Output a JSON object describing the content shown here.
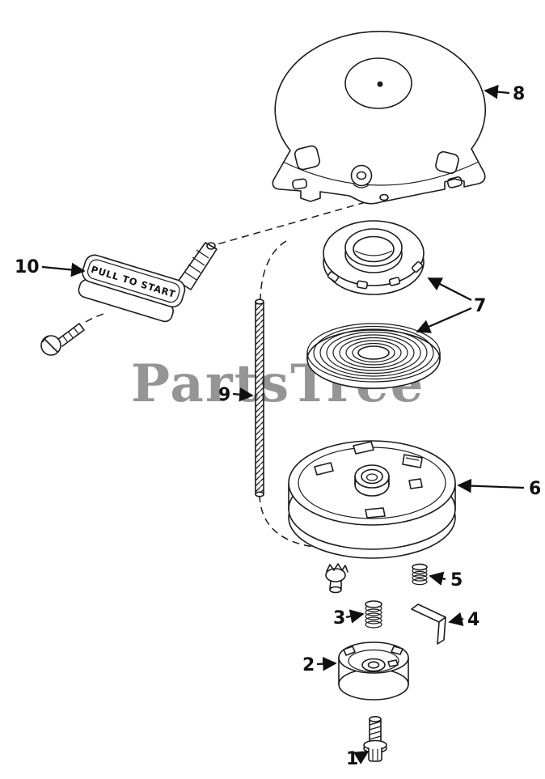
{
  "diagram": {
    "watermark": "PartsTree",
    "handle_label": "PULL TO START",
    "callouts": [
      "1",
      "2",
      "3",
      "4",
      "5",
      "6",
      "7",
      "8",
      "9",
      "10"
    ]
  }
}
